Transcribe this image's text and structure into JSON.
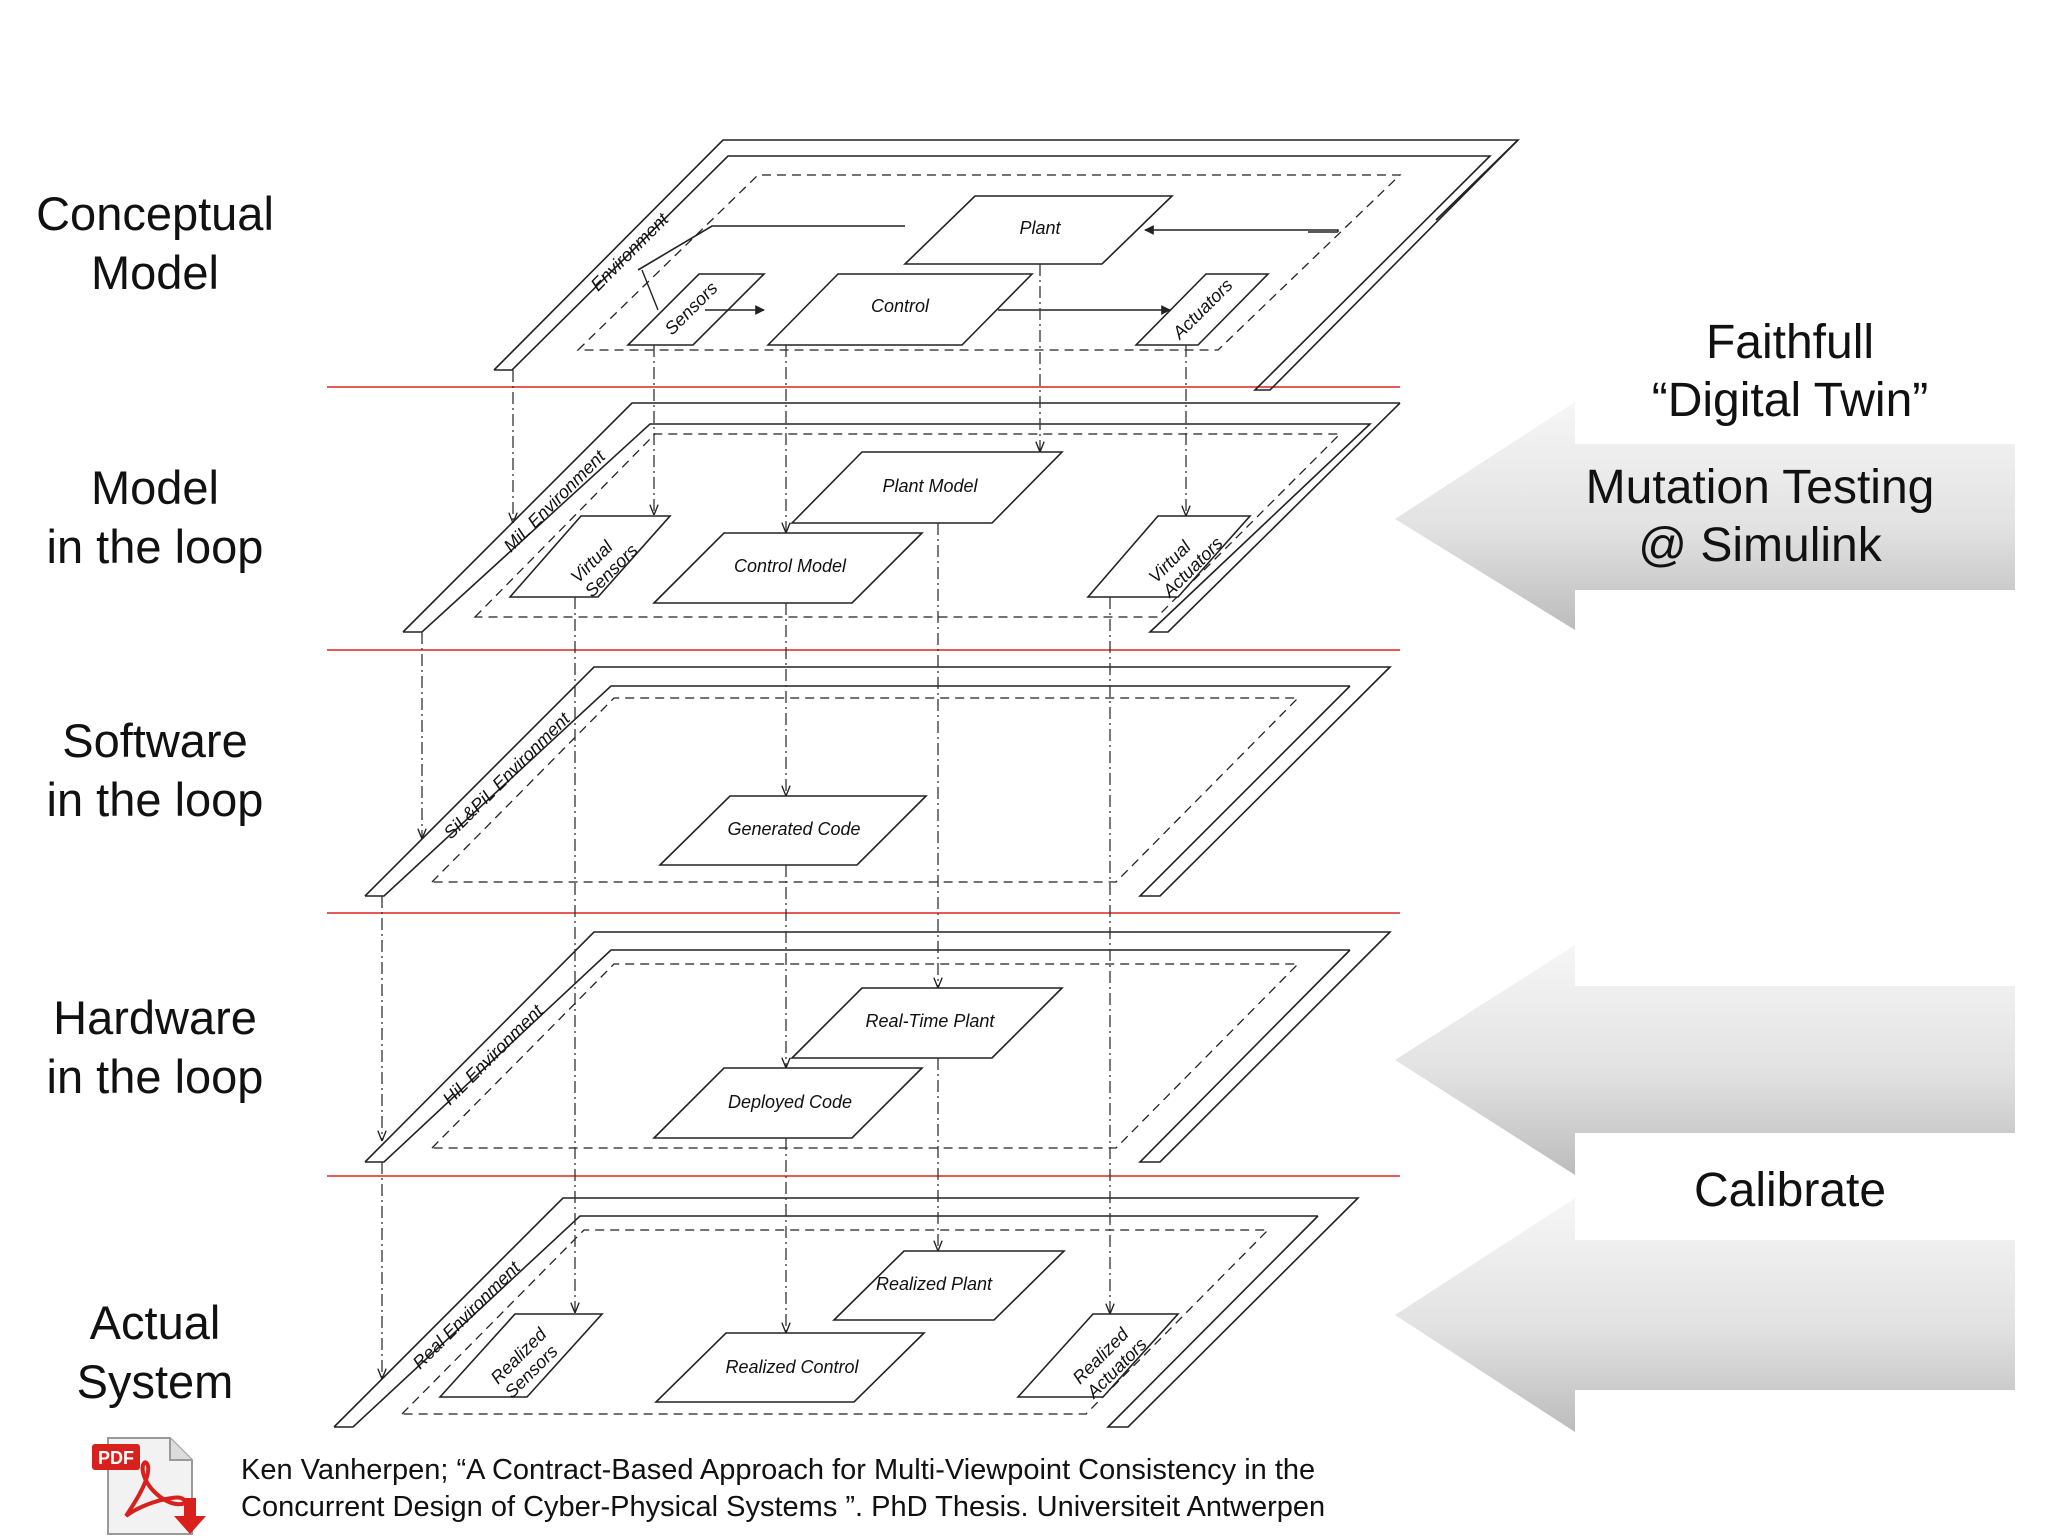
{
  "levels": [
    {
      "label": "Conceptual\nModel",
      "environment": "Environment",
      "blocks": {
        "plant": "Plant",
        "control": "Control",
        "sensors": "Sensors",
        "actuators": "Actuators"
      }
    },
    {
      "label": "Model\nin the loop",
      "environment": "MiL Environment",
      "blocks": {
        "plant": "Plant Model",
        "control": "Control Model",
        "sensors": "Virtual\nSensors",
        "actuators": "Virtual\nActuators"
      }
    },
    {
      "label": "Software\nin the loop",
      "environment": "SiL&PiL Environment",
      "blocks": {
        "control": "Generated Code"
      }
    },
    {
      "label": "Hardware\nin the loop",
      "environment": "HiL Environment",
      "blocks": {
        "plant": "Real-Time Plant",
        "control": "Deployed Code"
      }
    },
    {
      "label": "Actual\nSystem",
      "environment": "Real Environment",
      "blocks": {
        "plant": "Realized Plant",
        "control": "Realized Control",
        "sensors": "Realized\nSensors",
        "actuators": "Realized\nActuators"
      }
    }
  ],
  "side": {
    "digital_twin": "Faithfull\n“Digital Twin”",
    "mutation": "Mutation Testing\n@ Simulink",
    "calibrate": "Calibrate"
  },
  "citation": "Ken Vanherpen; “A Contract-Based Approach for Multi-Viewpoint Consistency in the\nConcurrent Design of Cyber-Physical Systems ”. PhD Thesis. Universiteit Antwerpen",
  "pdf_badge": "PDF",
  "colors": {
    "separator": "#e0251b",
    "arrow_light": "#f4f4f4",
    "arrow_dark": "#bdbdbd",
    "pdf_red": "#d8201c"
  }
}
